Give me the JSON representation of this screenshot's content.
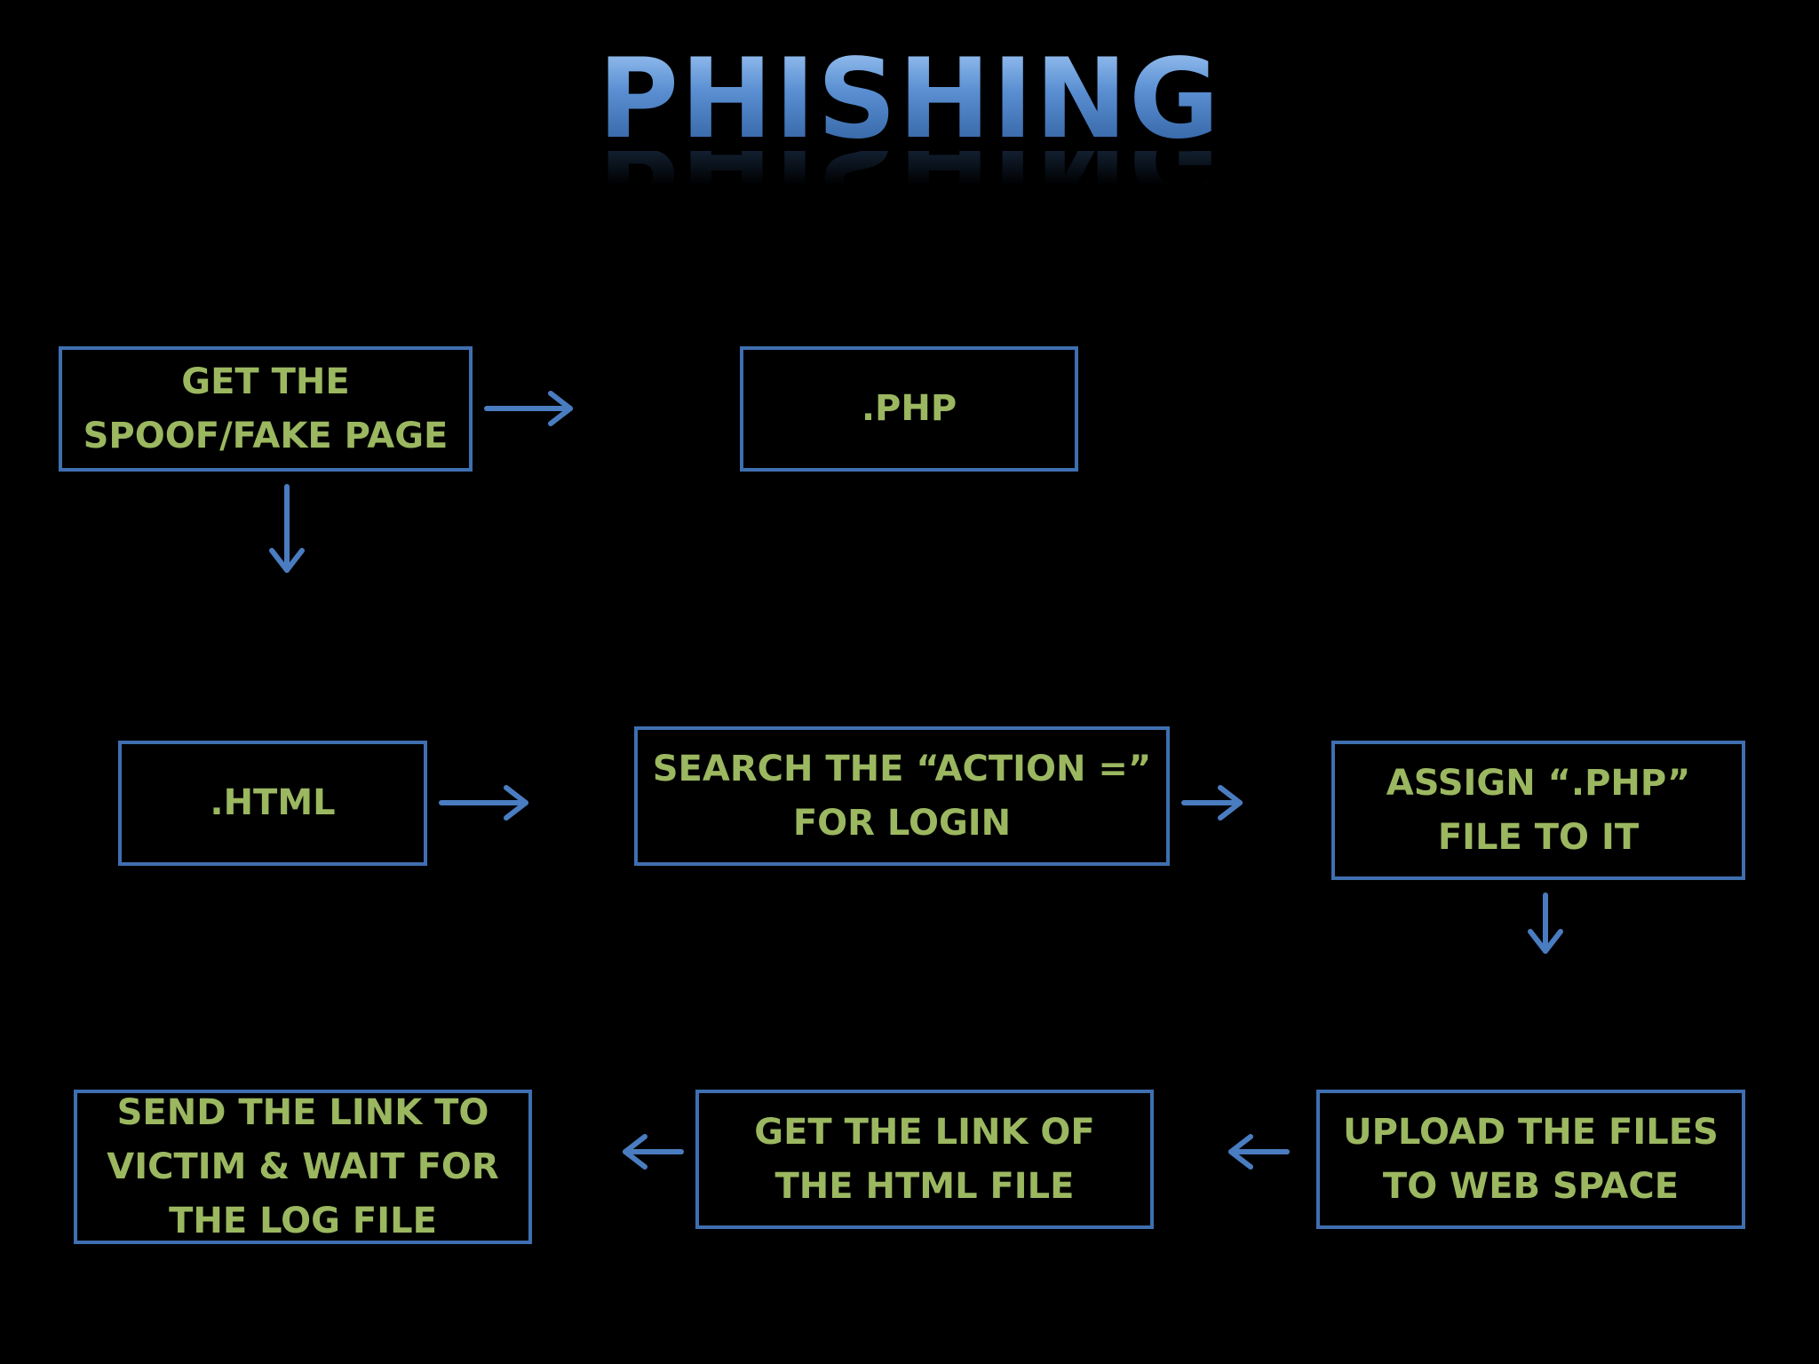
{
  "title": "PHISHING",
  "colors": {
    "background": "#000000",
    "box_border": "#3f6fb0",
    "box_text": "#9bb760",
    "arrow": "#4a7cc0",
    "title": "#5a8fd2"
  },
  "steps": {
    "get_spoof_page": "GET THE\nSPOOF/FAKE PAGE",
    "php": ".PHP",
    "html": ".HTML",
    "search_action": "SEARCH  THE  “ACTION =”\nFOR LOGIN",
    "assign_php": "ASSIGN  “.PHP”\nFILE  TO  IT",
    "upload_files": "UPLOAD  THE FILES\nTO   WEB SPACE",
    "get_link": "GET  THE LINK OF\nTHE HTML FILE",
    "send_link": "SEND THE LINK TO\nVICTIM & WAIT FOR\nTHE  LOG FILE"
  }
}
